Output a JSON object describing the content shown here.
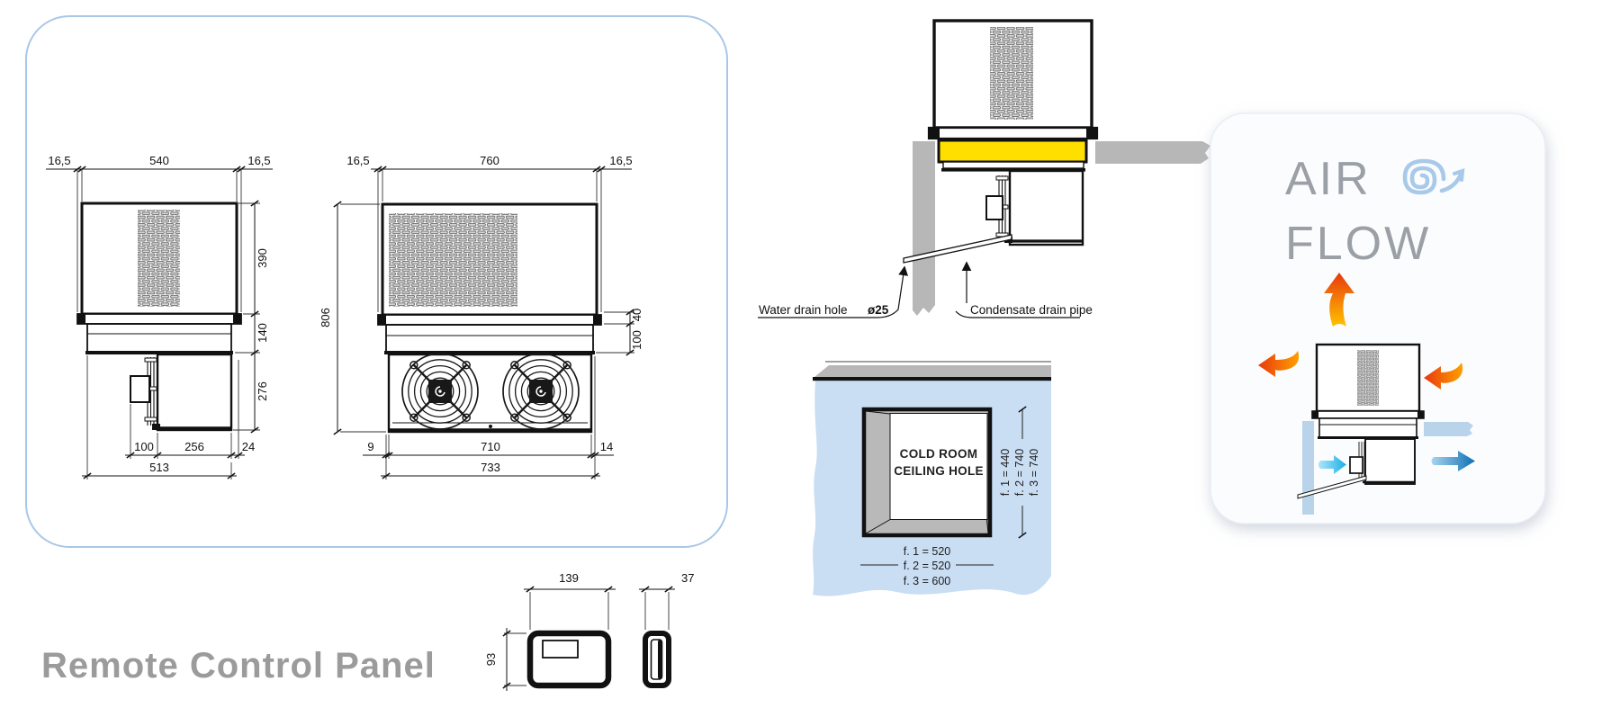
{
  "colors": {
    "panel_border": "#a9c7e7",
    "ceiling_blue": "#c9ddf3",
    "wall_gray": "#b7b7b7",
    "gasket_yellow": "#ffdf00",
    "title_gray": "#9b9b9b",
    "airflow_blue": "#b9d3eb",
    "hot_arrow_red": "#e8380d",
    "hot_arrow_yellow": "#ffc400",
    "cold_arrow_blue": "#0f6fb4"
  },
  "side_view": {
    "dim_left_lip": "16,5",
    "dim_top_width": "540",
    "dim_right_lip": "16,5",
    "dim_h1": "390",
    "dim_h2": "140",
    "dim_h3": "276",
    "dim_b1": "100",
    "dim_b2": "256",
    "dim_b3": "24",
    "dim_total": "513"
  },
  "front_view": {
    "dim_left_lip": "16,5",
    "dim_top_width": "760",
    "dim_right_lip": "16,5",
    "dim_height": "806",
    "dim_r1": "40",
    "dim_r2": "100",
    "dim_b1": "9",
    "dim_b2": "710",
    "dim_b3": "14",
    "dim_total": "733"
  },
  "install_view": {
    "water_drain_label": "Water drain hole",
    "water_drain_dia": "ø25",
    "condensate_label": "Condensate drain pipe"
  },
  "ceiling_hole": {
    "line1": "COLD ROOM",
    "line2": "CEILING HOLE",
    "h1": "f. 1 = 440",
    "h2": "f. 2 = 740",
    "h3": "f. 3 = 740",
    "w1": "f. 1 = 520",
    "w2": "f. 2 = 520",
    "w3": "f. 3 = 600"
  },
  "airflow": {
    "word1": "AIR",
    "word2": "FLOW"
  },
  "remote": {
    "label": "Remote Control Panel",
    "dim_width": "139",
    "dim_height": "93",
    "dim_depth": "37"
  }
}
